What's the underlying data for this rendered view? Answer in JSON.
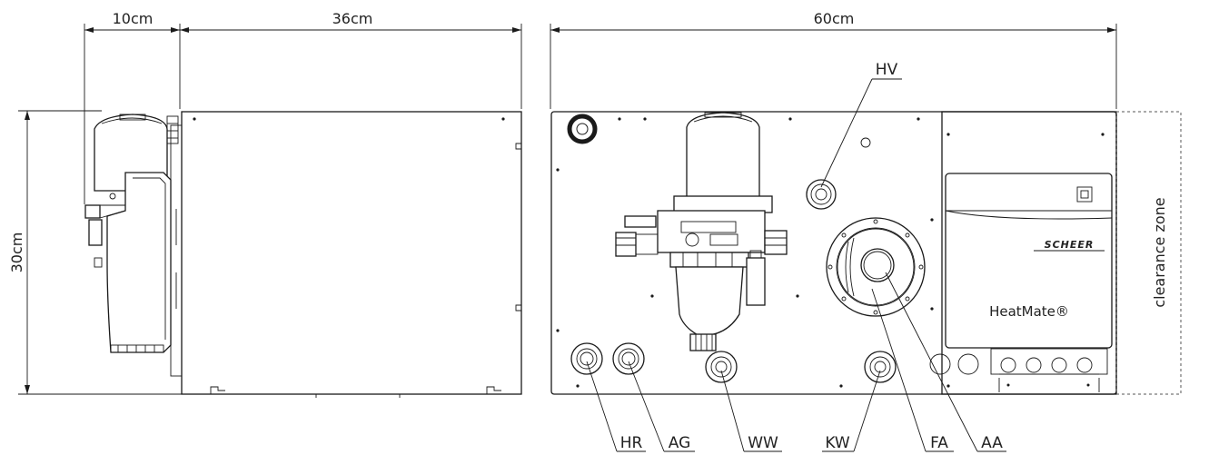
{
  "dimensions": {
    "side_depth": "10cm",
    "side_width": "36cm",
    "front_width": "60cm",
    "height": "30cm"
  },
  "labels": {
    "hv": "HV",
    "hr": "HR",
    "ag": "AG",
    "ww": "WW",
    "kw": "KW",
    "fa": "FA",
    "aa": "AA"
  },
  "clearance_zone": "clearance zone",
  "brand": "SCHEER",
  "product": "HeatMate®"
}
